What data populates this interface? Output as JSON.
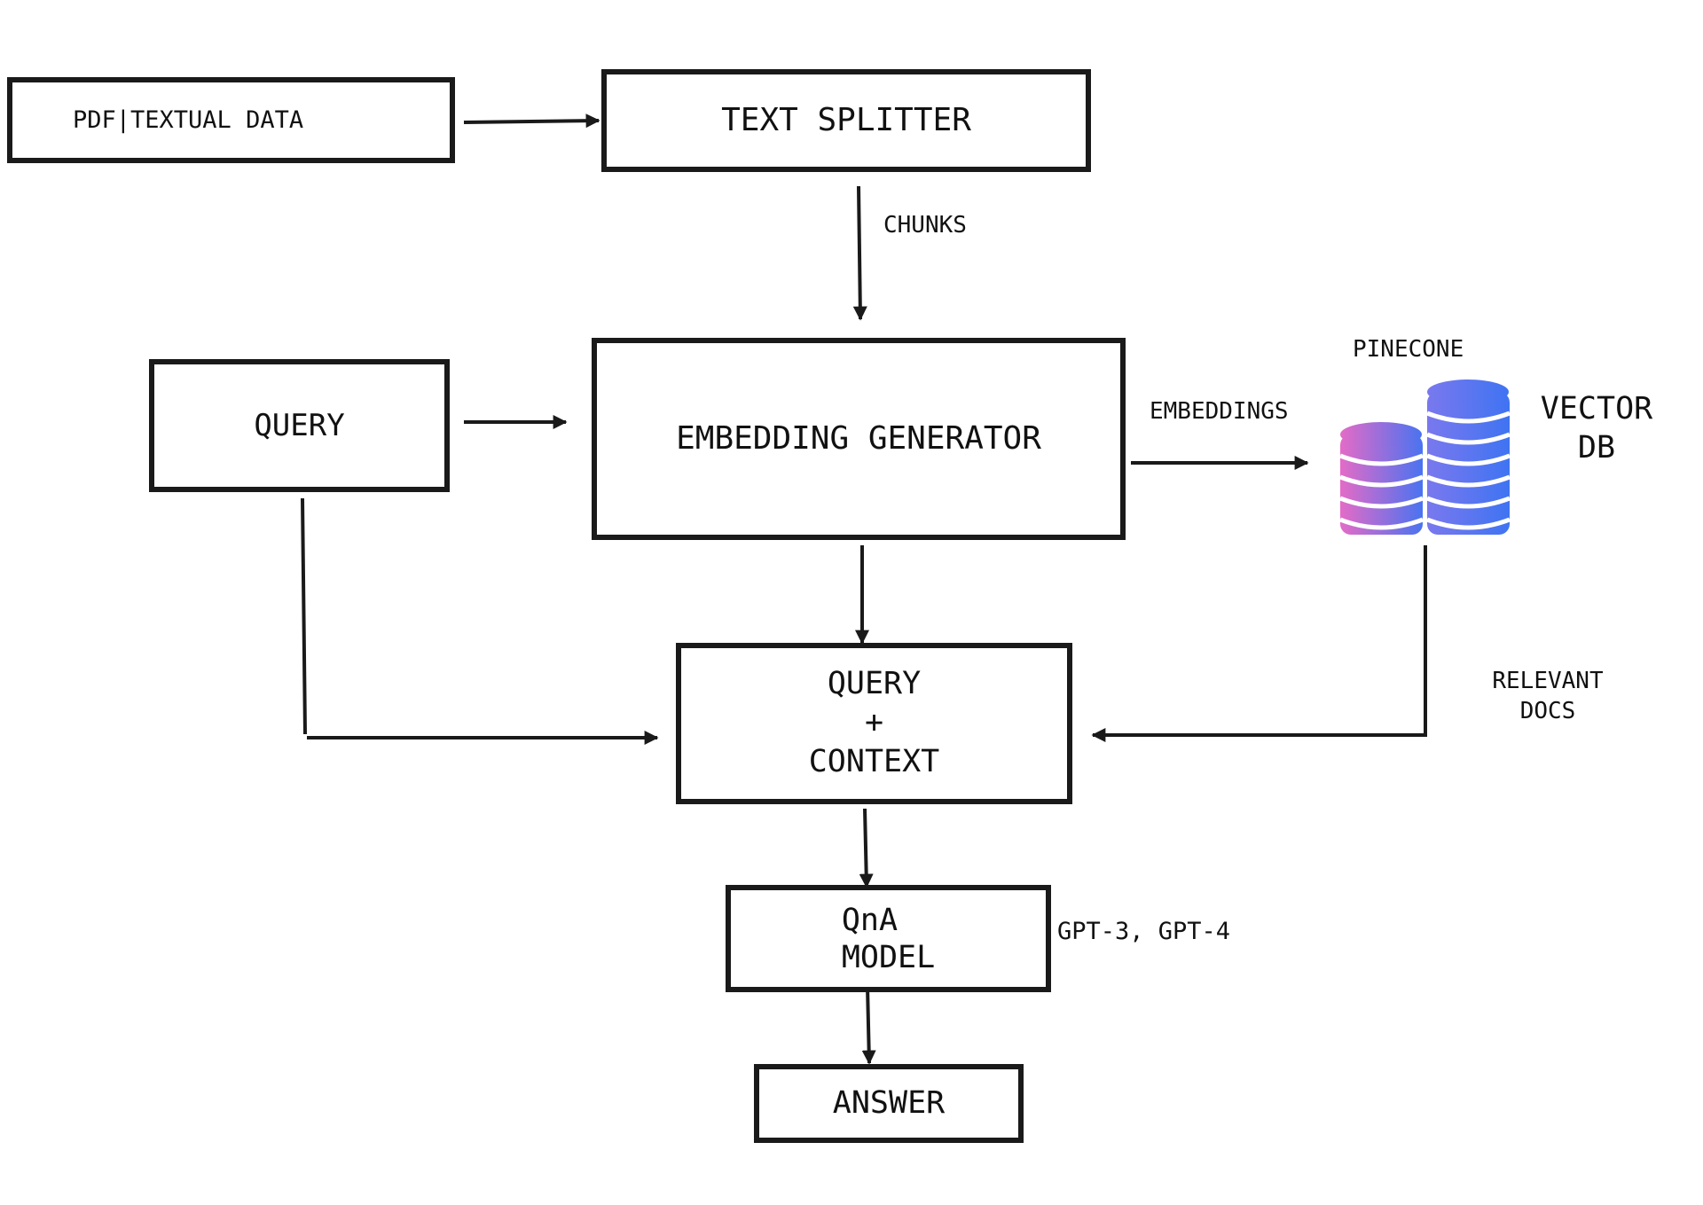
{
  "colors": {
    "stroke": "#1a1a1a",
    "db_gradient_start": "#e46bc7",
    "db_gradient_end": "#4a73f0"
  },
  "nodes": {
    "pdf_data": "PDF|TEXTUAL  DATA",
    "text_splitter": "TEXT  SPLITTER",
    "query": "QUERY",
    "embedding_generator": "EMBEDDING  GENERATOR",
    "query_context": "QUERY\n+\nCONTEXT",
    "qna_model": "QnA\n MODEL",
    "answer": "ANSWER"
  },
  "edge_labels": {
    "chunks": "CHUNKS",
    "embeddings": "EMBEDDINGS",
    "relevant_docs": "RELEVANT\nDOCS",
    "models": "GPT-3,  GPT-4"
  },
  "vector_db": {
    "provider": "PINECONE",
    "label": "VECTOR\nDB",
    "icon": "database-stack-icon"
  }
}
